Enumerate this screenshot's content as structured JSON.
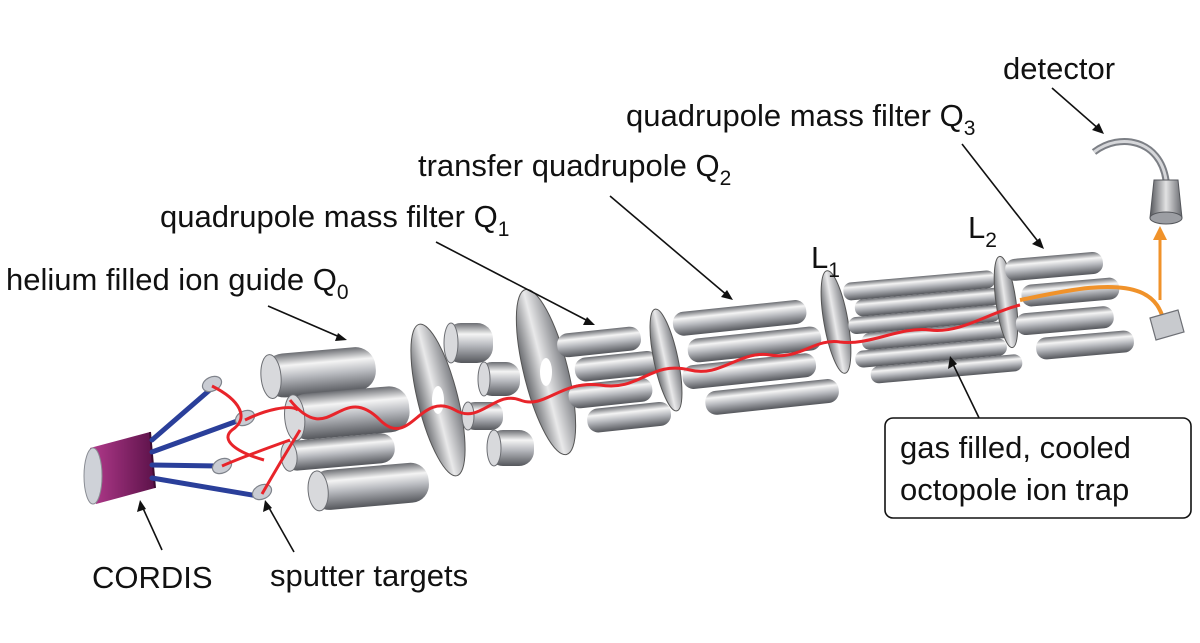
{
  "labels": {
    "detector": "detector",
    "q3": {
      "text": "quadrupole mass filter Q",
      "sub": "3"
    },
    "q2": {
      "text": "transfer quadrupole Q",
      "sub": "2"
    },
    "q1": {
      "text": "quadrupole mass filter Q",
      "sub": "1"
    },
    "q0": {
      "text": "helium filled ion guide Q",
      "sub": "0"
    },
    "l1": {
      "text": "L",
      "sub": "1"
    },
    "l2": {
      "text": "L",
      "sub": "2"
    },
    "trap": {
      "line1": "gas filled, cooled",
      "line2": "octopole ion trap"
    },
    "cordis": "CORDIS",
    "sputter": "sputter targets"
  },
  "colors": {
    "beam": "#e8242a",
    "beam_exit": "#f0922a",
    "rod_light": "#f2f2f2",
    "rod_dark": "#5f6166",
    "cordis": "#8a1f6e",
    "wires": "#2a3f9a",
    "target": "#c9ccd3"
  }
}
